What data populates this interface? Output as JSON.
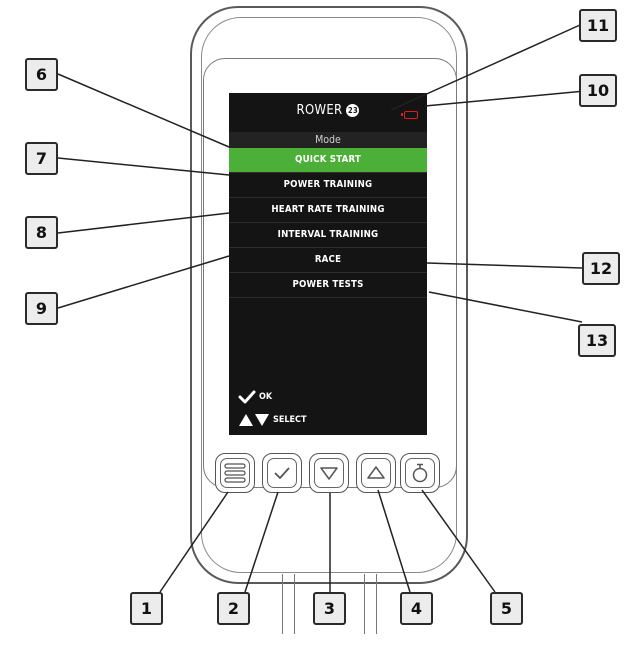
{
  "screen": {
    "title": "ROWER",
    "title_badge": "23",
    "section_label": "Mode",
    "menu_items": [
      {
        "label": "QUICK START",
        "selected": true
      },
      {
        "label": "POWER TRAINING",
        "selected": false
      },
      {
        "label": "HEART RATE TRAINING",
        "selected": false
      },
      {
        "label": "INTERVAL TRAINING",
        "selected": false
      },
      {
        "label": "RACE",
        "selected": false
      },
      {
        "label": "POWER TESTS",
        "selected": false
      }
    ],
    "hint_ok": "OK",
    "hint_select": "SELECT"
  },
  "buttons": [
    {
      "icon": "menu-icon"
    },
    {
      "icon": "check-icon"
    },
    {
      "icon": "triangle-down-icon"
    },
    {
      "icon": "triangle-up-icon"
    },
    {
      "icon": "stopwatch-icon"
    }
  ],
  "callouts": {
    "c1": "1",
    "c2": "2",
    "c3": "3",
    "c4": "4",
    "c5": "5",
    "c6": "6",
    "c7": "7",
    "c8": "8",
    "c9": "9",
    "c10": "10",
    "c11": "11",
    "c12": "12",
    "c13": "13"
  },
  "colors": {
    "selected_item": "#4caf37",
    "battery": "#e01b1b",
    "screen_bg": "#141414"
  }
}
